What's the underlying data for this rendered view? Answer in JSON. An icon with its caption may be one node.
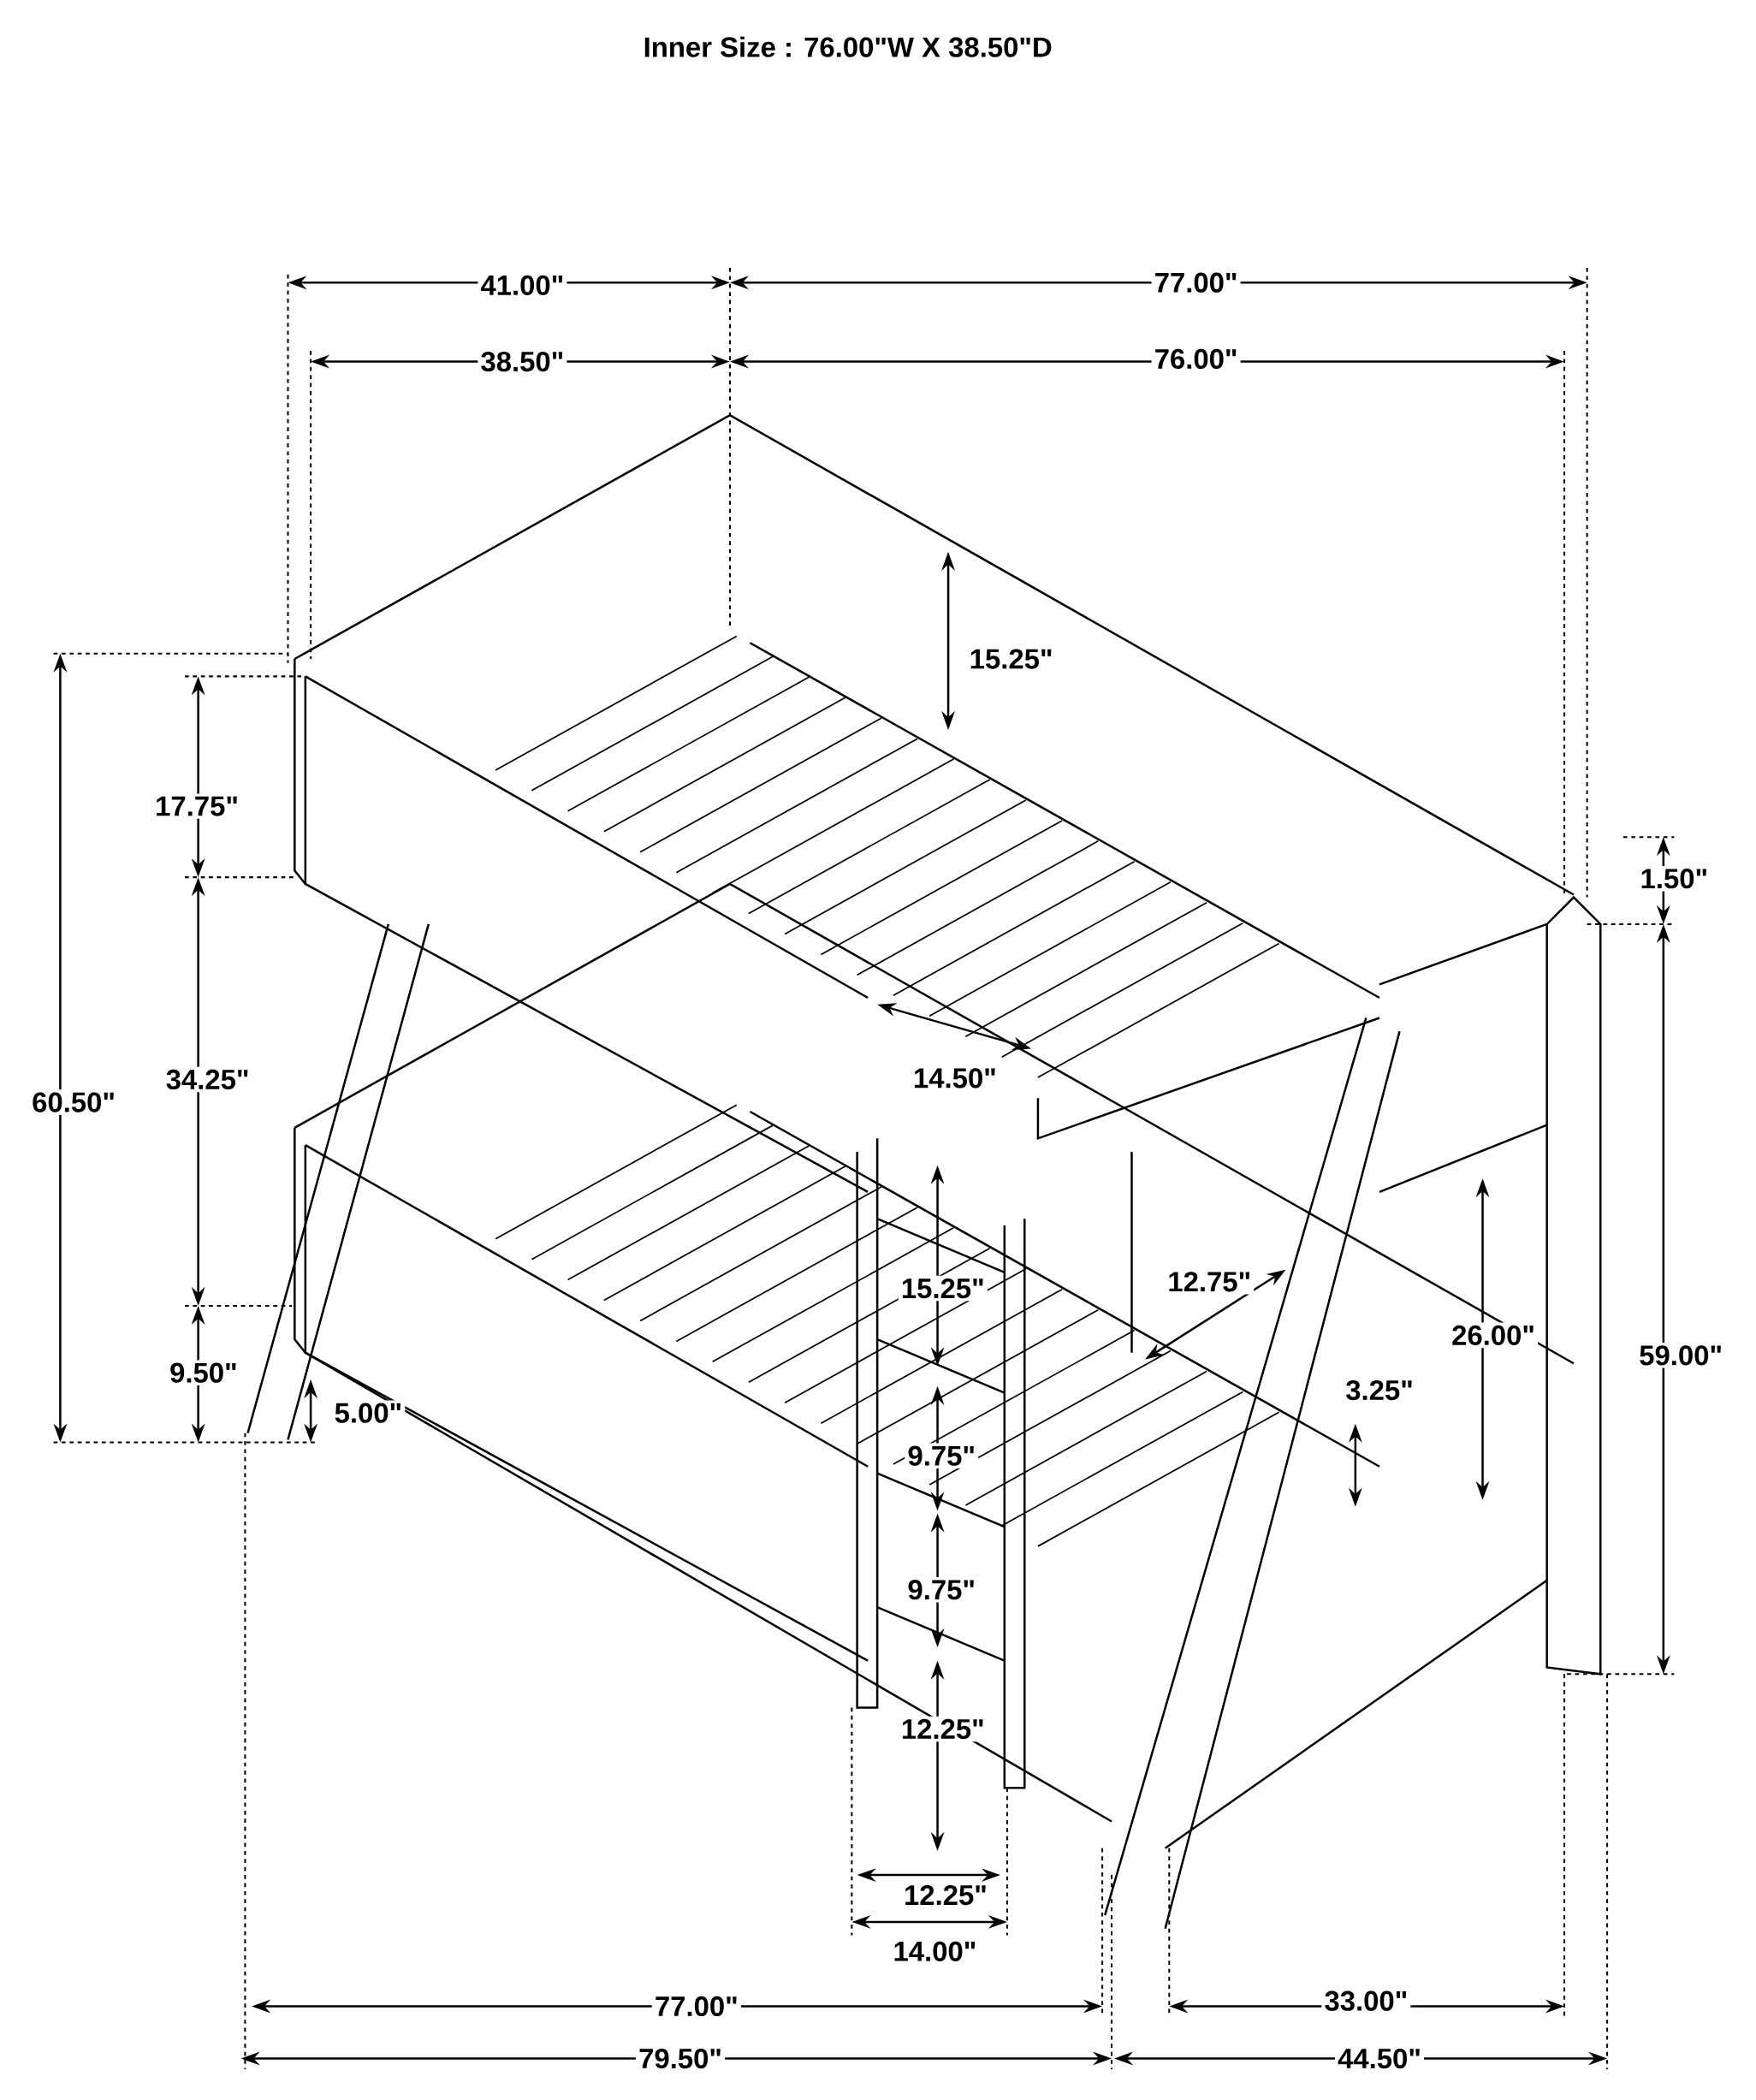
{
  "diagram": {
    "title": "Inner Size : 76.00\"W X  38.50\"D",
    "labels": [
      "41.00\"",
      "77.00\"",
      "38.50\"",
      "76.00\"",
      "15.25\"",
      "17.75\"",
      "1.50\"",
      "60.50\"",
      "34.25\"",
      "14.50\"",
      "15.25\"",
      "12.75\"",
      "26.00\"",
      "59.00\"",
      "9.50\"",
      "5.00\"",
      "3.25\"",
      "9.75\"",
      "9.75\"",
      "12.25\"",
      "12.25\"",
      "14.00\"",
      "77.00\"",
      "33.00\"",
      "79.50\"",
      "44.50\""
    ]
  }
}
